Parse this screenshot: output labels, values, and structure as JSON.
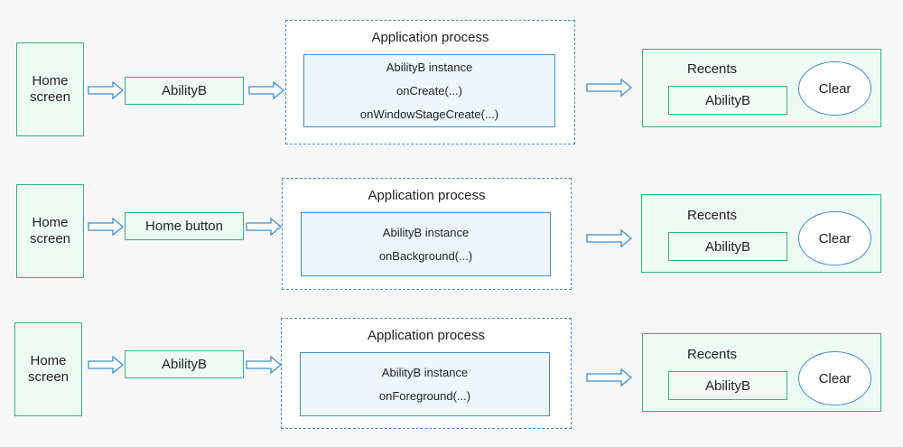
{
  "rows": [
    {
      "home_label": "Home\nscreen",
      "action_label": "AbilityB",
      "process_title": "Application process",
      "instance_lines": [
        "AbilityB instance",
        "onCreate(...)",
        "onWindowStageCreate(...)"
      ],
      "recents_title": "Recents",
      "recents_item": "AbilityB",
      "clear_label": "Clear"
    },
    {
      "home_label": "Home\nscreen",
      "action_label": "Home button",
      "process_title": "Application process",
      "instance_lines": [
        "AbilityB instance",
        "onBackground(...)"
      ],
      "recents_title": "Recents",
      "recents_item": "AbilityB",
      "clear_label": "Clear"
    },
    {
      "home_label": "Home\nscreen",
      "action_label": "AbilityB",
      "process_title": "Application process",
      "instance_lines": [
        "AbilityB instance",
        "onForeground(...)"
      ],
      "recents_title": "Recents",
      "recents_item": "AbilityB",
      "clear_label": "Clear"
    }
  ],
  "colors": {
    "green_border": "#2fb37f",
    "green_fill": "#eefaf4",
    "blue_border": "#3b8fd4",
    "blue_fill": "#eef6fc"
  }
}
